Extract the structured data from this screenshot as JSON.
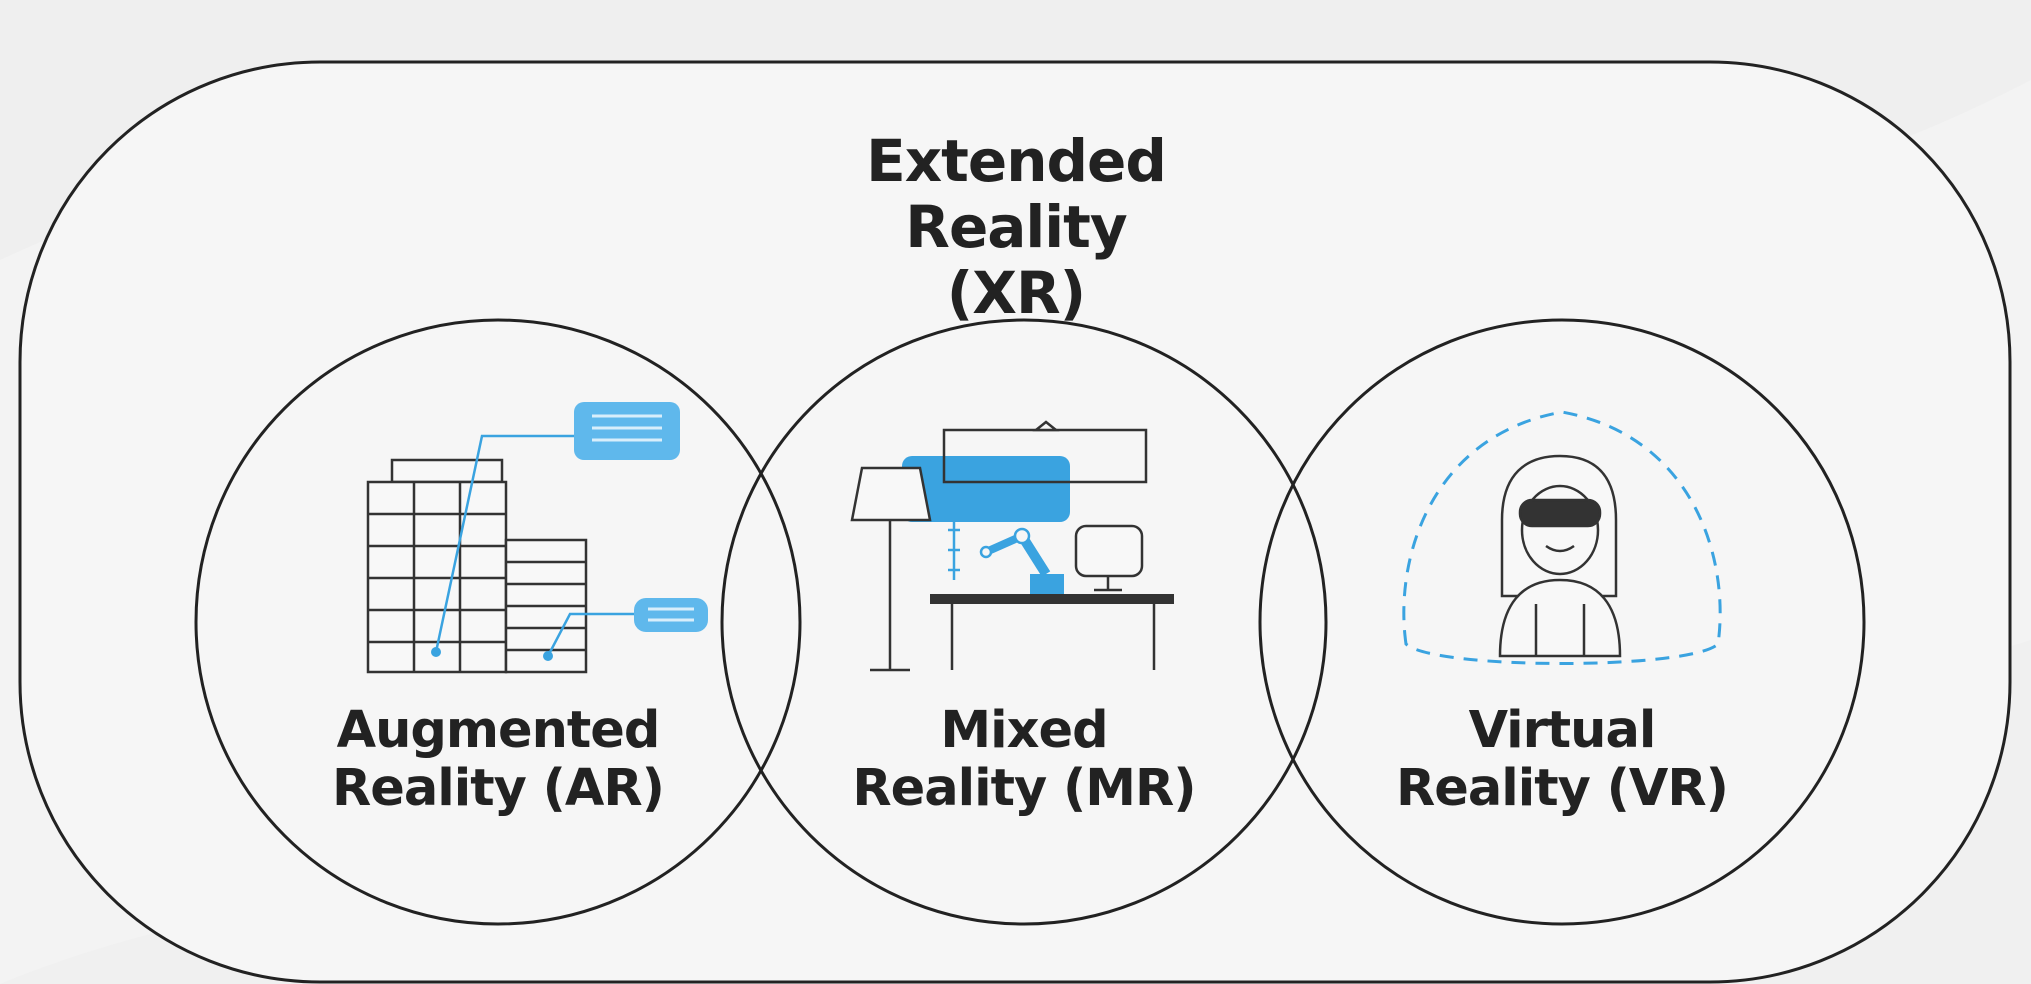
{
  "diagram": {
    "title": {
      "line1": "Extended Reality",
      "line2": "(XR)"
    },
    "nodes": [
      {
        "id": "ar",
        "line1": "Augmented",
        "line2": "Reality (AR)",
        "icon": "building-ar-overlay-icon"
      },
      {
        "id": "mr",
        "line1": "Mixed",
        "line2": "Reality (MR)",
        "icon": "room-robot-arm-mr-icon"
      },
      {
        "id": "vr",
        "line1": "Virtual",
        "line2": "Reality (VR)",
        "icon": "person-vr-headset-icon"
      }
    ],
    "colors": {
      "background": "#f3f3f3",
      "outline": "#222222",
      "accent": "#3aa3e0",
      "accent_light": "#9fd3f2"
    }
  }
}
